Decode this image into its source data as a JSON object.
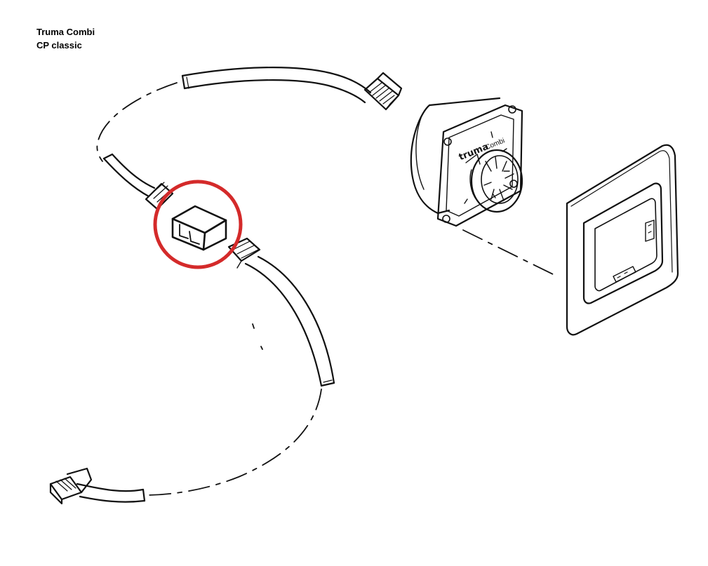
{
  "header": {
    "line1": "Truma Combi",
    "line2": "CP classic"
  },
  "control_panel": {
    "brand": "truma",
    "model": "Combi"
  },
  "highlight": {
    "color": "#d42a2a"
  },
  "icons": [
    "rj11-plug-icon",
    "cable-coupler-icon",
    "rotary-knob-icon",
    "cover-frame-icon"
  ]
}
